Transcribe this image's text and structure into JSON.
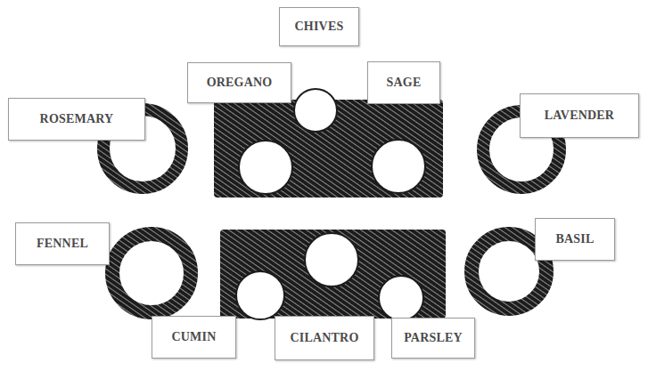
{
  "diagram": {
    "nodes": [
      {
        "text": [
          "CHIVES"
        ]
      },
      {
        "text": [
          "OREGANO"
        ]
      },
      {
        "text": [
          "SAGE"
        ]
      },
      {
        "text": [
          "ROSEMARY"
        ]
      },
      {
        "text": [
          "LAVENDER"
        ]
      },
      {
        "text": [
          "FENNEL"
        ]
      },
      {
        "text": [
          "BASIL"
        ]
      },
      {
        "text": [
          "CUMIN"
        ]
      },
      {
        "text": [
          "CILANTRO"
        ]
      },
      {
        "text": [
          "PARSLEY"
        ]
      }
    ]
  }
}
